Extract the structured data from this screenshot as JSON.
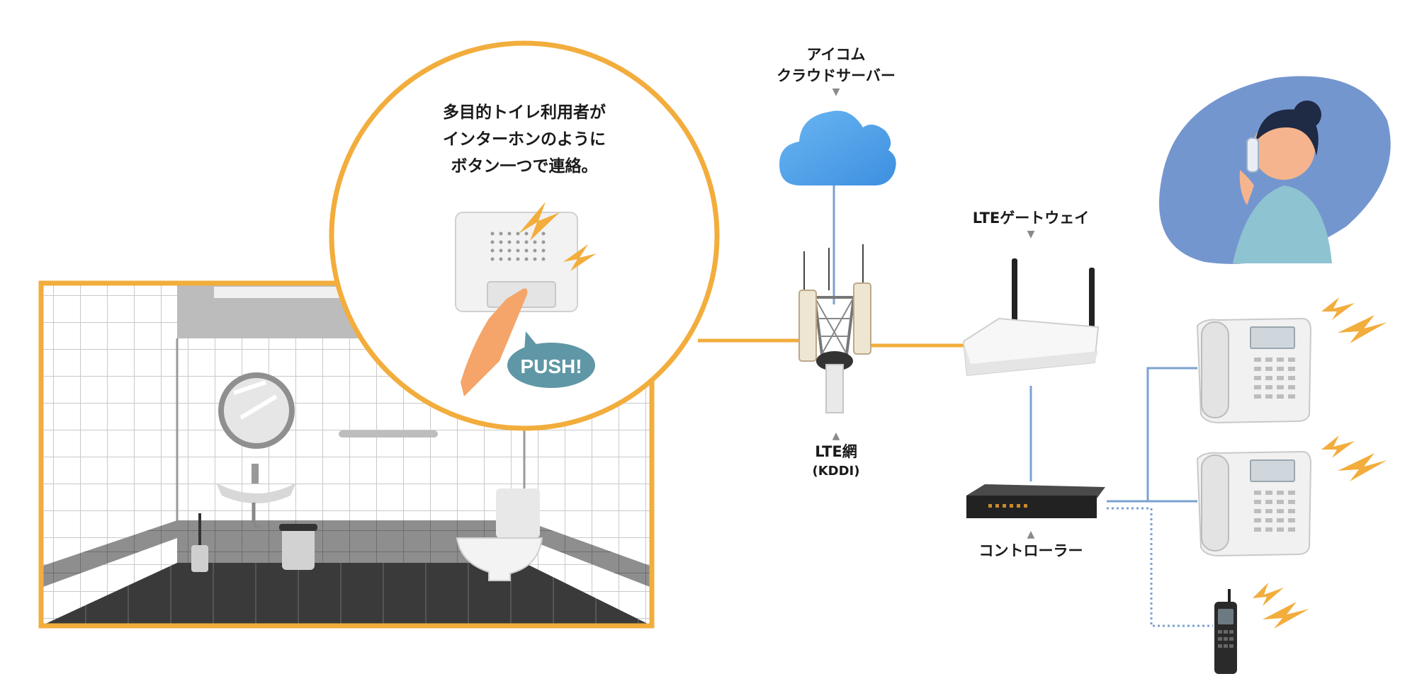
{
  "cloud_label": {
    "line1": "アイコム",
    "line2": "クラウドサーバー"
  },
  "lte_network_label": {
    "line1": "LTE網",
    "line2": "(KDDI)"
  },
  "gateway_label": "LTEゲートウェイ",
  "controller_label": "コントローラー",
  "bubble_text": {
    "line1": "多目的トイレ利用者が",
    "line2": "インターホンのように",
    "line3": "ボタン一つで連絡。"
  },
  "push_label": "PUSH!",
  "colors": {
    "accent_orange": "#f2ad3c",
    "cloud_blue": "#4a9ee8",
    "line_blue": "#7ba2cf",
    "operator_blob": "#7496cf",
    "floor": "#3a3a3a",
    "push_bubble": "#5f97a6"
  }
}
